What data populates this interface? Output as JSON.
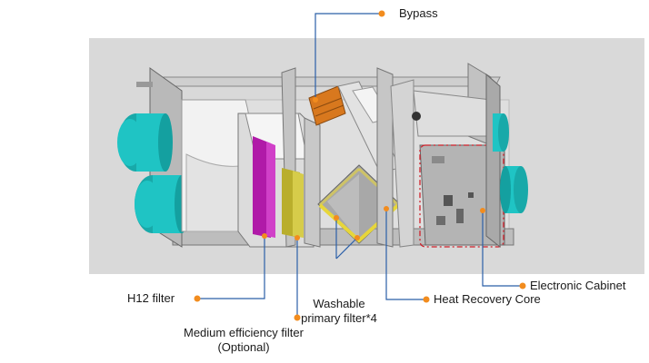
{
  "labels": {
    "bypass": "Bypass",
    "h12_filter": "H12 filter",
    "washable_line1": "Washable",
    "washable_line2": "primary filter*4",
    "heat_recovery_core": "Heat Recovery Core",
    "electronic_cabinet": "Electronic Cabinet",
    "medium_line1": "Medium efficiency filter",
    "medium_line2": "(Optional)"
  },
  "colors": {
    "background_panel": "#d9d9d9",
    "leader_line": "#2b5fa8",
    "leader_dot": "#f28c1e",
    "duct_cyan": "#1fc4c4",
    "h12_magenta": "#b01aa8",
    "medium_olive": "#b9ae2c",
    "primary_yellow": "#e7d63a",
    "bypass_orange": "#d8781e",
    "cabinet_dash": "#d0202a"
  }
}
